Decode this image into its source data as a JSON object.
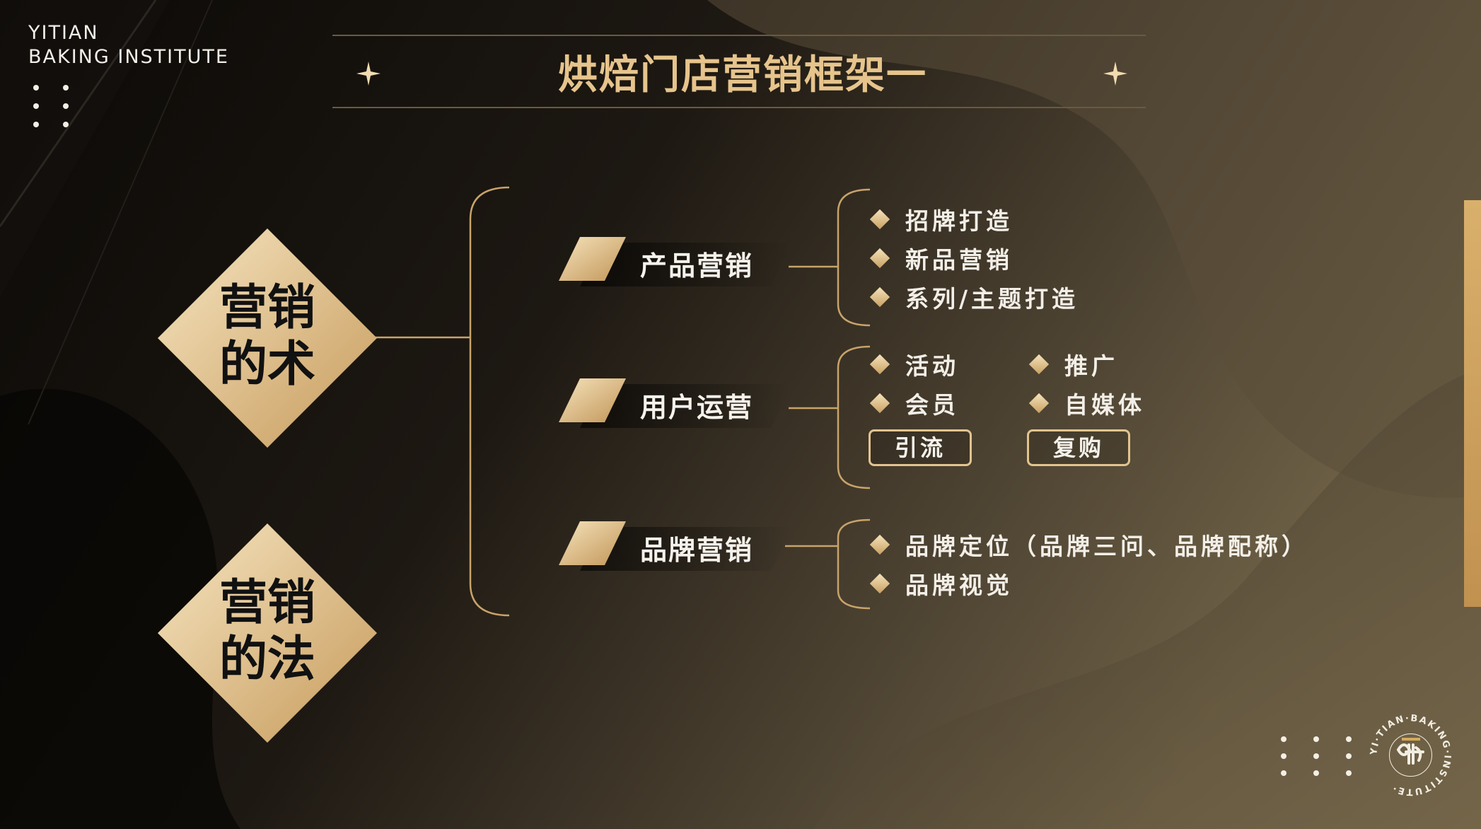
{
  "brand": {
    "line1": "YITIAN",
    "line2": "BAKING INSTITUTE"
  },
  "title": "烘焙门店营销框架一",
  "left": [
    {
      "line1": "营销",
      "line2": "的术"
    },
    {
      "line1": "营销",
      "line2": "的法"
    }
  ],
  "categories": [
    {
      "label": "产品营销",
      "items": [
        "招牌打造",
        "新品营销",
        "系列/主题打造"
      ]
    },
    {
      "label": "用户运营",
      "items": [
        "活动",
        "推广",
        "会员",
        "自媒体"
      ],
      "buttons": [
        "引流",
        "复购"
      ]
    },
    {
      "label": "品牌营销",
      "items": [
        "品牌定位（品牌三问、品牌配称）",
        "品牌视觉"
      ]
    }
  ],
  "logo": {
    "ring_text": "YI·TIAN·BAKING·INSTITUTE·"
  },
  "colors": {
    "gold": "#e6c48c",
    "accent": "#d3a965",
    "background": "#0c0a08"
  }
}
